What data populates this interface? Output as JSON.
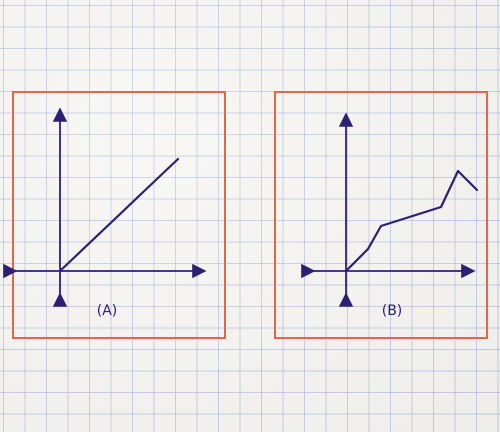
{
  "colors": {
    "paper": "#f6f5f1",
    "grid": "#8b9be0",
    "frame": "#e2674a",
    "ink": "#2d1f73"
  },
  "panels": [
    {
      "label": "(A)",
      "curve_type": "straight-line"
    },
    {
      "label": "(B)",
      "curve_type": "piecewise-line"
    }
  ]
}
